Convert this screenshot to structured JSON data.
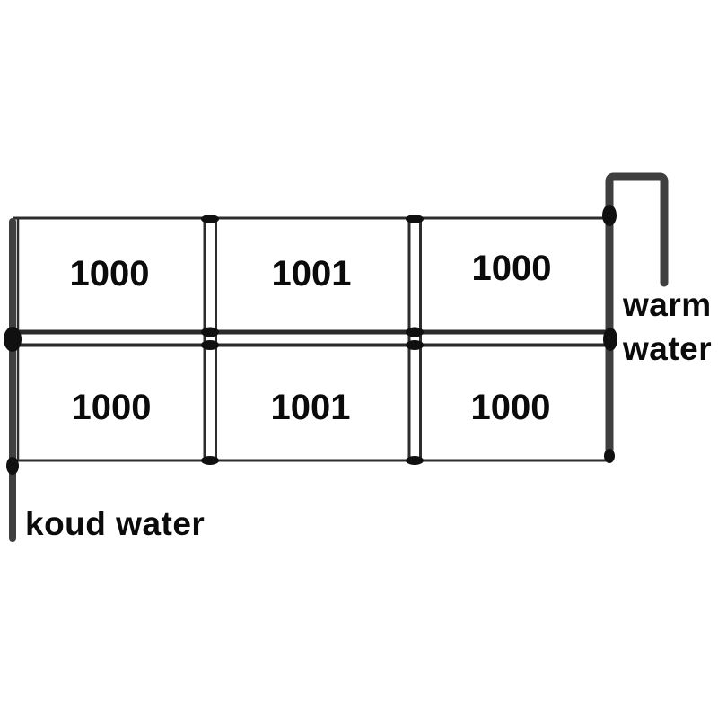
{
  "diagram": {
    "type": "piping-schematic",
    "panels": [
      {
        "row": 1,
        "col": 1,
        "label": "1000"
      },
      {
        "row": 1,
        "col": 2,
        "label": "1001"
      },
      {
        "row": 1,
        "col": 3,
        "label": "1000"
      },
      {
        "row": 2,
        "col": 1,
        "label": "1000"
      },
      {
        "row": 2,
        "col": 2,
        "label": "1001"
      },
      {
        "row": 2,
        "col": 3,
        "label": "1000"
      }
    ],
    "labels": {
      "warm_water_line1": "warm",
      "warm_water_line2": "water",
      "cold_water": "koud water"
    },
    "colors": {
      "background": "#ffffff",
      "panel_border": "#2d2d2d",
      "pipe": "#3f3f3f",
      "joint_blob": "#101010",
      "text": "#0b0b0b"
    }
  }
}
